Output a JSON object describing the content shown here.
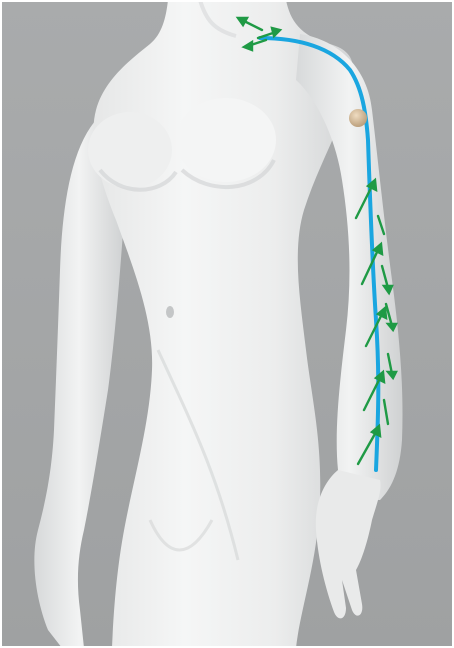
{
  "colors": {
    "background": "#a4a6a7",
    "body_light": "#f3f4f4",
    "body_mid": "#dcdede",
    "body_shadow": "#b9bcbd",
    "border": "#ffffff",
    "drainage_line": "#1aa6e0",
    "arrows": "#1f9a45",
    "lymph_node": "#d8bd9a"
  },
  "illustration": {
    "subject": "female-torso-figure",
    "pathway": "arm-drainage-line",
    "direction_arrows_count": 13
  }
}
